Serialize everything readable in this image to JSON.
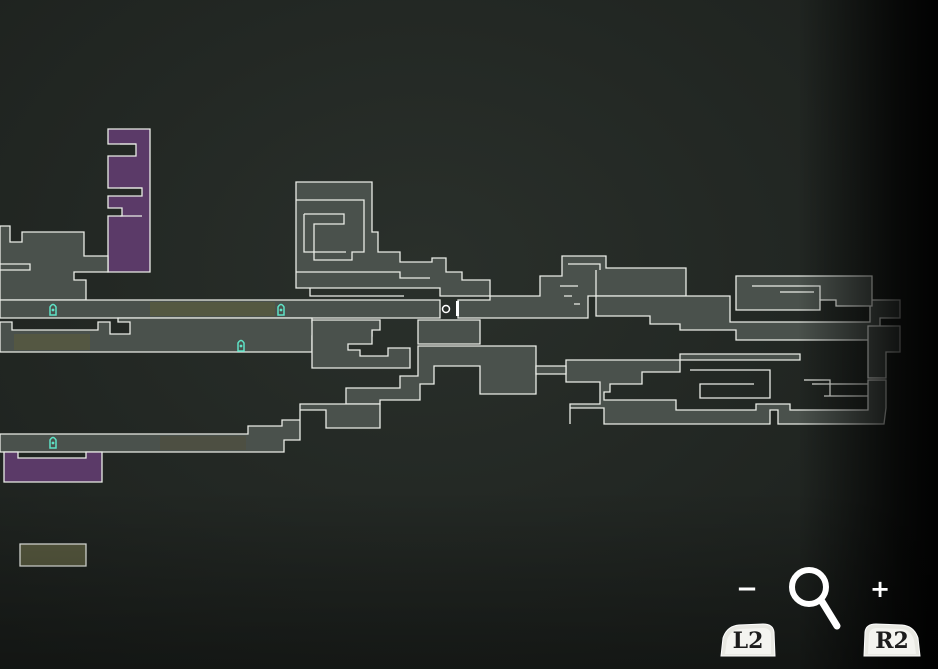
{
  "zoom_controls": {
    "minus_label": "−",
    "plus_label": "+",
    "zoom_out_button": "L2",
    "zoom_in_button": "R2",
    "magnifier_icon": "magnifier-icon"
  },
  "markers": {
    "save_point_icon": "save-point-icon",
    "player_icon": "player-icon",
    "save_point_count": 4
  },
  "colors": {
    "background": "#232824",
    "room_fill": "#4a514c",
    "room_outline": "#e9ece6",
    "unexplored_purple": "#5b3a68",
    "olive_area": "#57593f",
    "save_point": "#5ee3c6"
  }
}
